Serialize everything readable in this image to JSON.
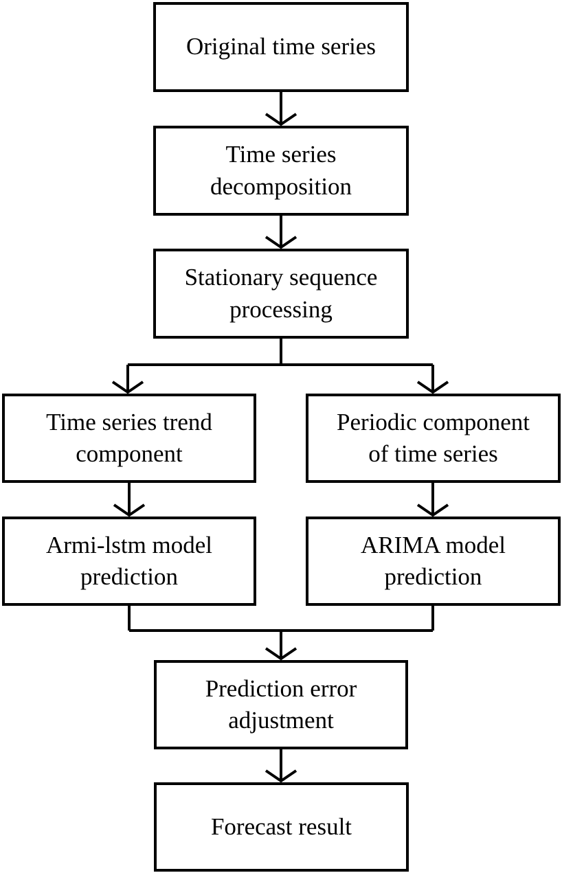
{
  "diagram": {
    "type": "flowchart",
    "colors": {
      "background": "#ffffff",
      "box_border": "#000000",
      "text": "#000000",
      "connector": "#000000"
    },
    "nodes": [
      {
        "id": "original",
        "label": "Original time series"
      },
      {
        "id": "decomp",
        "label": "Time series\ndecomposition"
      },
      {
        "id": "stationary",
        "label": "Stationary sequence\nprocessing"
      },
      {
        "id": "trend",
        "label": "Time series trend\ncomponent"
      },
      {
        "id": "periodic",
        "label": "Periodic component\nof time series"
      },
      {
        "id": "armilstm",
        "label": "Armi-lstm model\nprediction"
      },
      {
        "id": "arima",
        "label": "ARIMA model\nprediction"
      },
      {
        "id": "error",
        "label": "Prediction error\nadjustment"
      },
      {
        "id": "forecast",
        "label": "Forecast result"
      }
    ],
    "edges": [
      {
        "from": "original",
        "to": "decomp"
      },
      {
        "from": "decomp",
        "to": "stationary"
      },
      {
        "from": "stationary",
        "to": "trend"
      },
      {
        "from": "stationary",
        "to": "periodic"
      },
      {
        "from": "trend",
        "to": "armilstm"
      },
      {
        "from": "periodic",
        "to": "arima"
      },
      {
        "from": "armilstm",
        "to": "error"
      },
      {
        "from": "arima",
        "to": "error"
      },
      {
        "from": "error",
        "to": "forecast"
      }
    ]
  }
}
